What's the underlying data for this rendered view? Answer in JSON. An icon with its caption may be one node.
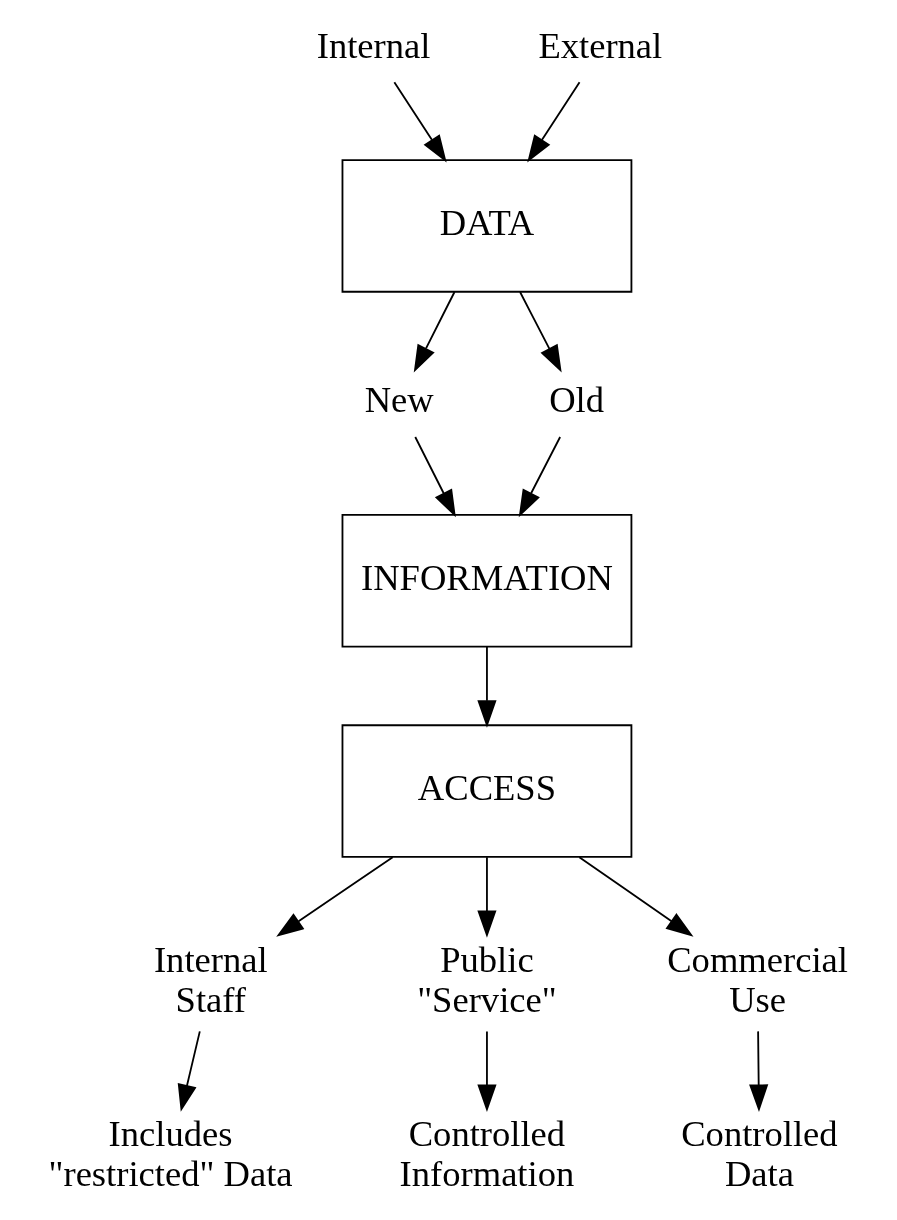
{
  "diagram": {
    "nodes": [
      {
        "text": [
          "Internal"
        ]
      },
      {
        "text": [
          "External"
        ]
      },
      {
        "text": [
          "DATA"
        ]
      },
      {
        "text": [
          "New"
        ]
      },
      {
        "text": [
          "Old"
        ]
      },
      {
        "text": [
          "INFORMATION"
        ]
      },
      {
        "text": [
          "ACCESS"
        ]
      },
      {
        "text": [
          "Internal Staff"
        ]
      },
      {
        "text": [
          "Public \"Service\""
        ]
      },
      {
        "text": [
          "Commercial Use"
        ]
      },
      {
        "text": [
          "Includes \"restricted\" Data"
        ]
      },
      {
        "text": [
          "Controlled Information"
        ]
      },
      {
        "text": [
          "Controlled Data"
        ]
      }
    ],
    "edges": [
      {
        "from": 0,
        "to": 2,
        "arrow": "to"
      },
      {
        "from": 1,
        "to": 2,
        "arrow": "to"
      },
      {
        "from": 2,
        "to": 3,
        "arrow": "to"
      },
      {
        "from": 2,
        "to": 4,
        "arrow": "to"
      },
      {
        "from": 3,
        "to": 5,
        "arrow": "to"
      },
      {
        "from": 4,
        "to": 5,
        "arrow": "to"
      },
      {
        "from": 5,
        "to": 6,
        "arrow": "to"
      },
      {
        "from": 6,
        "to": 7,
        "arrow": "to"
      },
      {
        "from": 6,
        "to": 8,
        "arrow": "to"
      },
      {
        "from": 6,
        "to": 9,
        "arrow": "to"
      },
      {
        "from": 7,
        "to": 10,
        "arrow": "to"
      },
      {
        "from": 8,
        "to": 11,
        "arrow": "to"
      },
      {
        "from": 9,
        "to": 12,
        "arrow": "to"
      }
    ]
  }
}
